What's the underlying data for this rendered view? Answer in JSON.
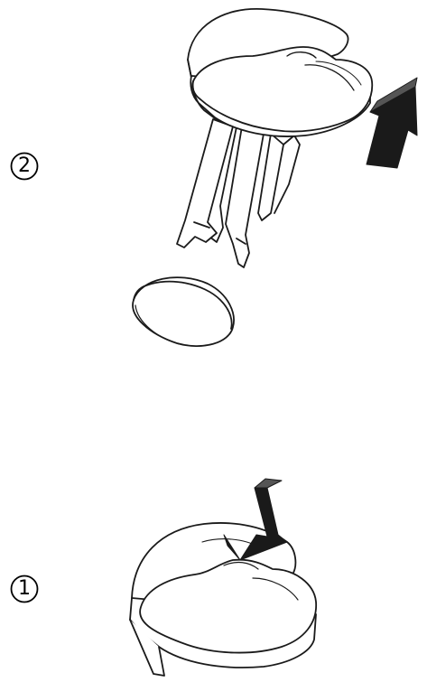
{
  "steps": [
    {
      "number": "2",
      "action": "pull-up"
    },
    {
      "number": "1",
      "action": "push-down"
    }
  ],
  "colors": {
    "line": "#1a1a1a",
    "fill": "#ffffff",
    "arrow": "#1a1a1a"
  }
}
